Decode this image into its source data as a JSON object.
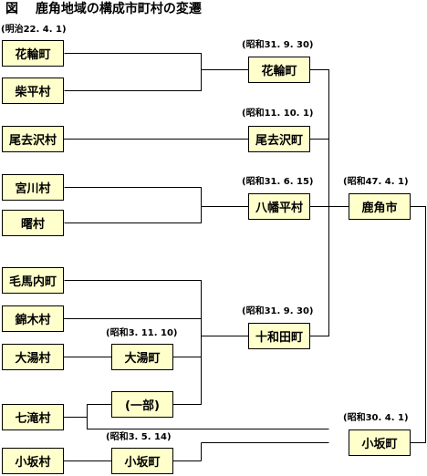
{
  "title": "図　 鹿角地域の構成市町村の変遷",
  "initial_date": "(明治22. 4. 1)",
  "municipalities": {
    "hanawa_machi": "花輪町",
    "shibahira_mura": "柴平村",
    "osarizawa_mura": "尾去沢村",
    "miyakawa_mura": "宮川村",
    "akebono_mura": "曙村",
    "kemanai_machi": "毛馬内町",
    "nishikigi_mura": "錦木村",
    "oyu_mura": "大湯村",
    "shichitaki_mura": "七滝村",
    "kosaka_mura": "小坂村",
    "hanawa_machi_1956": "花輪町",
    "osarizawa_machi": "尾去沢町",
    "hachimantai_mura": "八幡平村",
    "towada_machi": "十和田町",
    "oyu_machi": "大湯町",
    "ichibu": "(一部)",
    "kosaka_machi": "小坂町",
    "kosaka_machi_1955": "小坂町",
    "kazuno_shi": "鹿角市"
  },
  "dates": {
    "hanawa": "(昭和31. 9. 30)",
    "osarizawa": "(昭和11. 10. 1)",
    "hachimantai": "(昭和31. 6. 15)",
    "towada": "(昭和31. 9. 30)",
    "oyu": "(昭和3. 11. 10)",
    "kosaka": "(昭和3. 5. 14)",
    "kazuno": "(昭和47. 4. 1)",
    "kosaka_1955": "(昭和30. 4. 1)"
  }
}
